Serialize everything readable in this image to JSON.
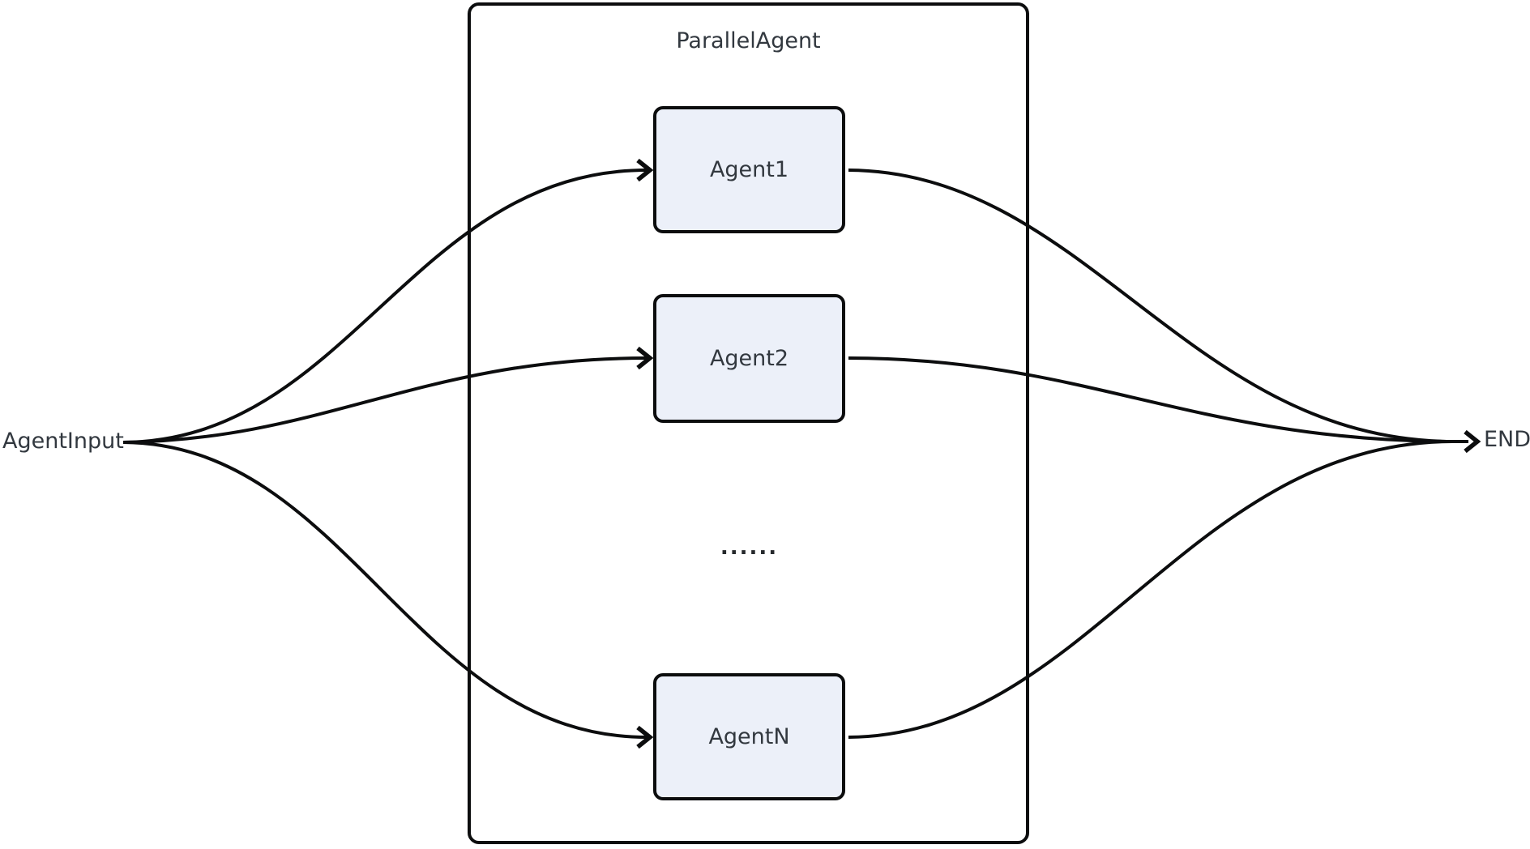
{
  "diagram": {
    "group": {
      "title": "ParallelAgent"
    },
    "nodes": [
      {
        "id": "agent1",
        "label": "Agent1"
      },
      {
        "id": "agent2",
        "label": "Agent2"
      },
      {
        "id": "agentN",
        "label": "AgentN"
      }
    ],
    "ellipsis": "......",
    "input_label": "AgentInput",
    "end_label": "END",
    "edges": [
      {
        "from": "AgentInput",
        "to": "Agent1"
      },
      {
        "from": "AgentInput",
        "to": "Agent2"
      },
      {
        "from": "AgentInput",
        "to": "AgentN"
      },
      {
        "from": "Agent1",
        "to": "END"
      },
      {
        "from": "Agent2",
        "to": "END"
      },
      {
        "from": "AgentN",
        "to": "END"
      }
    ],
    "colors": {
      "node_fill": "#ECF0F9",
      "line": "#0C0D0E",
      "text": "#32383F",
      "background": "#FFFFFF"
    }
  }
}
